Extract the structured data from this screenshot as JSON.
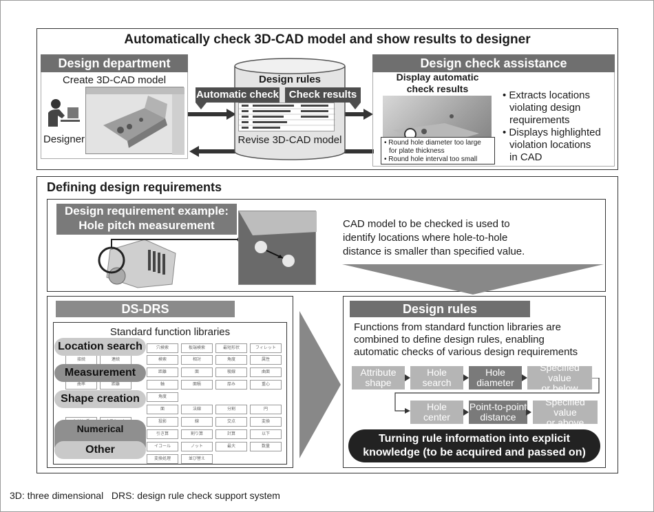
{
  "top_section": {
    "title": "Automatically check 3D-CAD model and show results to designer",
    "design_department": {
      "header": "Design department",
      "subtitle": "Create 3D-CAD model",
      "designer_label": "Designer"
    },
    "design_rules_db": {
      "title": "Design rules",
      "automatic_check_tab": "Automatic check",
      "check_results_tab": "Check results",
      "revise_label": "Revise 3D-CAD model"
    },
    "design_check_assistance": {
      "header": "Design check assistance",
      "display_title_line1": "Display automatic",
      "display_title_line2": "check results",
      "callout_line1": "• Round hole diameter too large",
      "callout_line2": "for plate thickness",
      "callout_line3": "• Round hole interval too small",
      "bullets": [
        [
          "• Extracts locations",
          "violating design",
          "requirements"
        ],
        [
          "• Displays highlighted",
          "violation locations",
          "in CAD"
        ]
      ]
    }
  },
  "bottom_section": {
    "title": "Defining design requirements",
    "example": {
      "header_line1": "Design requirement example:",
      "header_line2": "Hole pitch measurement",
      "description_line1": "CAD model to be checked is used to",
      "description_line2": "identify locations where hole-to-hole",
      "description_line3": "distance is smaller than specified value."
    },
    "ds_drs": {
      "header": "DS-DRS",
      "libraries_title": "Standard function libraries",
      "categories": [
        "Location search",
        "Measurement",
        "Shape creation",
        "Numerical calculation",
        "Other"
      ]
    },
    "design_rules": {
      "header": "Design rules",
      "description_line1": "Functions from standard function libraries are",
      "description_line2": "combined to define design rules, enabling",
      "description_line3": "automatic checks of various design requirements",
      "flow_row1": [
        [
          "Attribute",
          "shape"
        ],
        [
          "Hole",
          "search"
        ],
        [
          "Hole",
          "diameter"
        ],
        [
          "Specified value",
          "or below"
        ]
      ],
      "flow_row2": [
        [
          "Hole",
          "center"
        ],
        [
          "Point-to-point",
          "distance"
        ],
        [
          "Specified value",
          "or above"
        ]
      ],
      "banner_line1": "Turning rule information into explicit",
      "banner_line2": "knowledge (to be acquired and passed on)"
    }
  },
  "footnote": "3D: three dimensional   DRS: design rule check support system"
}
